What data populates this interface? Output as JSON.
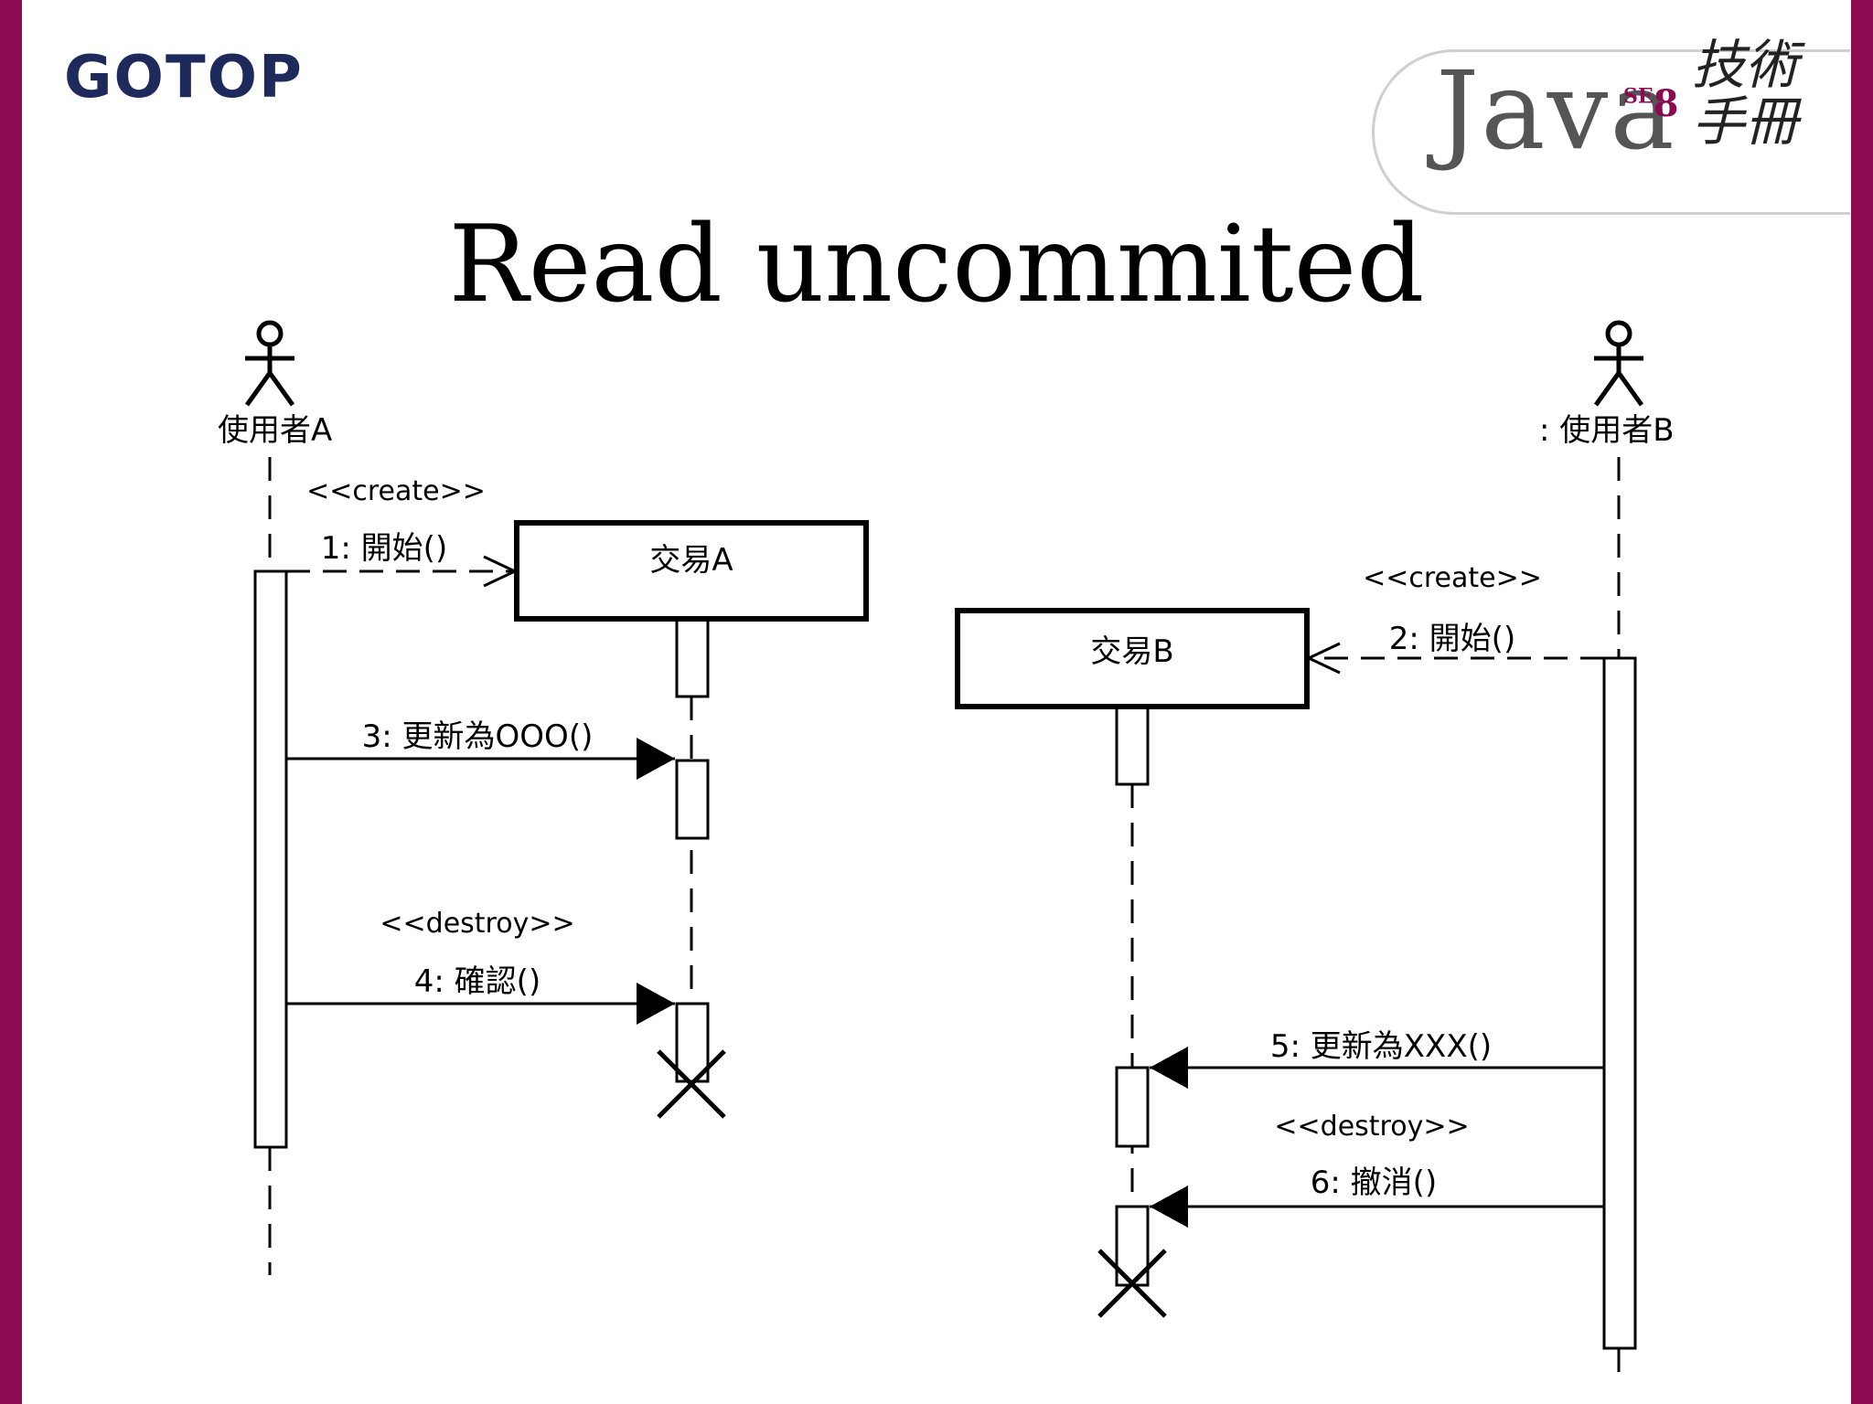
{
  "header": {
    "logo_text": "GOTOP",
    "brand_java": "Java",
    "brand_edition": "SE",
    "brand_version": "8",
    "brand_cjk": "技術手冊"
  },
  "slide": {
    "title": "Read uncommited"
  },
  "diagram": {
    "actors": [
      {
        "name": "使用者A"
      },
      {
        "name": ": 使用者B"
      }
    ],
    "objects": [
      {
        "name": "交易A"
      },
      {
        "name": "交易B"
      }
    ],
    "messages": [
      {
        "label": "1: 開始()",
        "stereotype": "<<create>>"
      },
      {
        "label": "2: 開始()",
        "stereotype": "<<create>>"
      },
      {
        "label": "3: 更新為OOO()",
        "stereotype": ""
      },
      {
        "label": "4: 確認()",
        "stereotype": "<<destroy>>"
      },
      {
        "label": "5: 更新為XXX()",
        "stereotype": ""
      },
      {
        "label": "6: 撤消()",
        "stereotype": "<<destroy>>"
      }
    ]
  },
  "colors": {
    "frame": "#8b0a52",
    "logo": "#1f2a5c",
    "brand_gray": "#555555"
  }
}
